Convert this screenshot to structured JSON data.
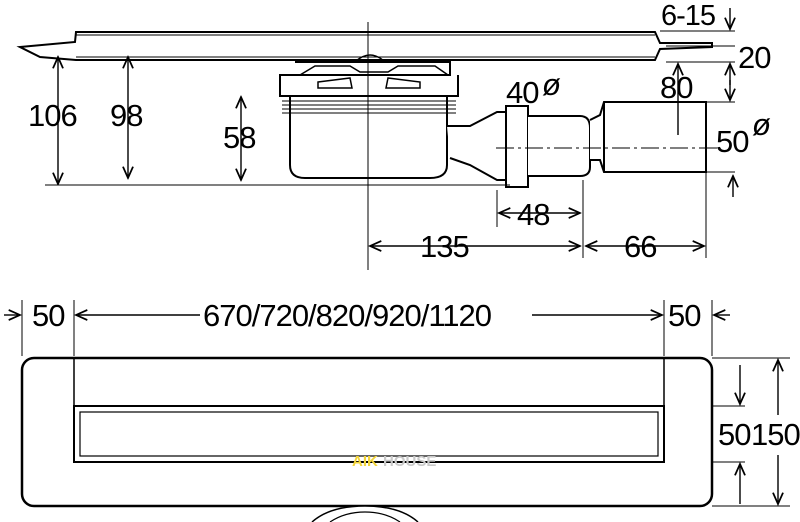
{
  "colors": {
    "ink": "#000000",
    "paper": "#ffffff",
    "watermark_accent": "#f2d43a",
    "watermark_gray": "#c9c9c9"
  },
  "side_view": {
    "dimensions": {
      "adjust_range": "6-15",
      "top_offset": "20",
      "total_height": "106",
      "body_height": "98",
      "trap_height": "58",
      "inlet_diameter": "40",
      "outlet_height": "80",
      "outlet_diameter": "50",
      "inlet_length": "48",
      "center_to_joint": "135",
      "outlet_length": "66",
      "diameter_symbol": "ø"
    }
  },
  "plan_view": {
    "dimensions": {
      "edge_left": "50",
      "lengths": "670/720/820/920/1120",
      "edge_right": "50",
      "channel_width": "50",
      "total_width": "150"
    }
  },
  "watermark": {
    "part1": "AIK",
    "part2": "HOUSE"
  }
}
